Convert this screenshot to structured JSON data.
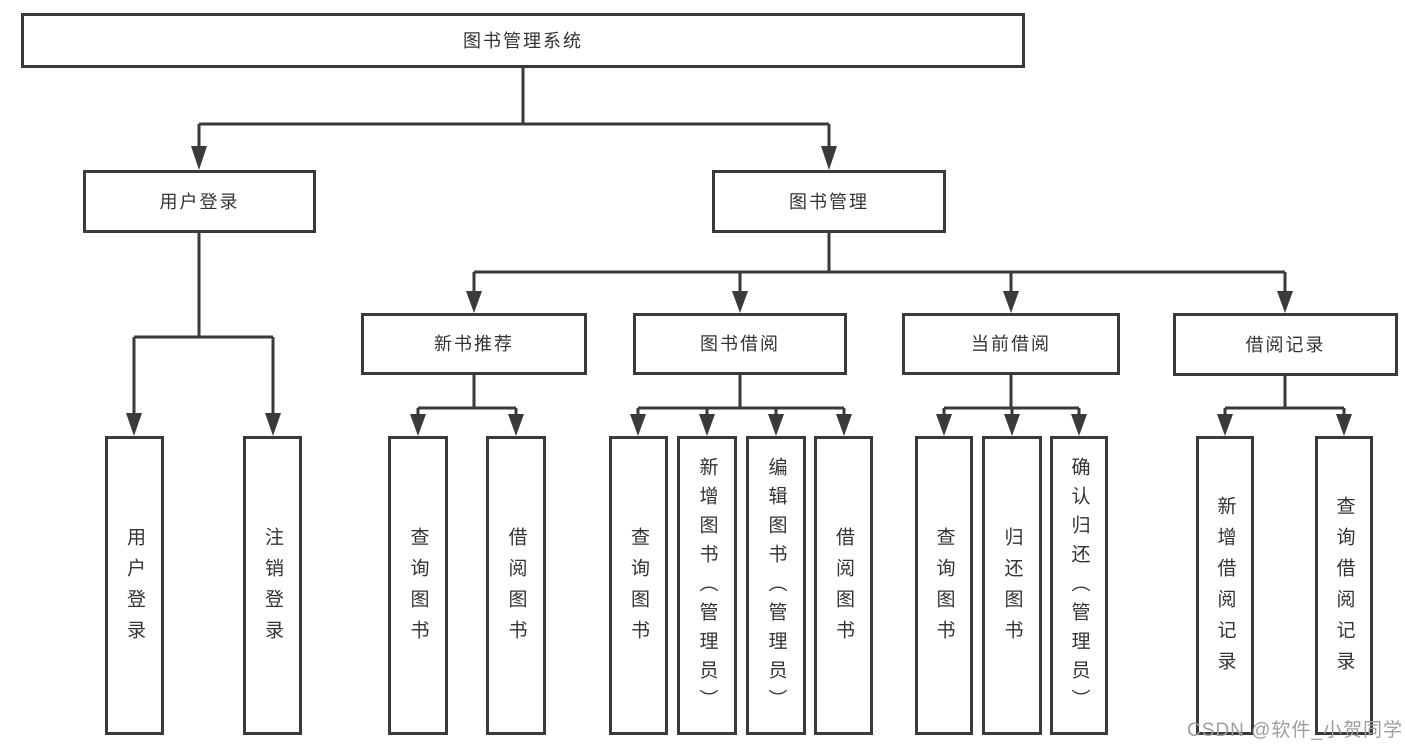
{
  "colors": {
    "line": "#3a3a3a",
    "text": "#333333",
    "background": "#ffffff",
    "watermark": "#9e9e9e"
  },
  "tree": {
    "label": "图书管理系统",
    "children": [
      {
        "label": "用户登录",
        "children": [
          {
            "label": "用户登录"
          },
          {
            "label": "注销登录"
          }
        ]
      },
      {
        "label": "图书管理",
        "children": [
          {
            "label": "新书推荐",
            "children": [
              {
                "label": "查询图书"
              },
              {
                "label": "借阅图书"
              }
            ]
          },
          {
            "label": "图书借阅",
            "children": [
              {
                "label": "查询图书"
              },
              {
                "label": "新增图书（管理员）"
              },
              {
                "label": "编辑图书（管理员）"
              },
              {
                "label": "借阅图书"
              }
            ]
          },
          {
            "label": "当前借阅",
            "children": [
              {
                "label": "查询图书"
              },
              {
                "label": "归还图书"
              },
              {
                "label": "确认归还（管理员）"
              }
            ]
          },
          {
            "label": "借阅记录",
            "children": [
              {
                "label": "新增借阅记录"
              },
              {
                "label": "查询借阅记录"
              }
            ]
          }
        ]
      }
    ]
  },
  "watermark": {
    "text": "CSDN @软件_小贺同学"
  }
}
